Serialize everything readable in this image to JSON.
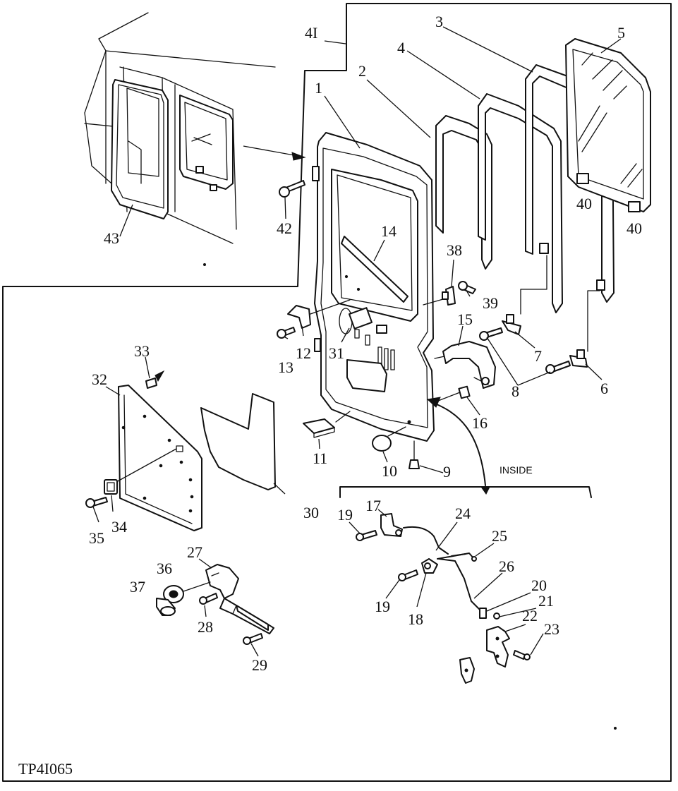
{
  "drawing_code": "TP4I065",
  "inside_label": "INSIDE",
  "callouts": {
    "c1": "1",
    "c2": "2",
    "c3": "3",
    "c4": "4",
    "c5": "5",
    "c6": "6",
    "c7": "7",
    "c8": "8",
    "c9": "9",
    "c10": "10",
    "c11": "11",
    "c12": "12",
    "c13": "13",
    "c14": "14",
    "c15": "15",
    "c16": "16",
    "c17": "17",
    "c18": "18",
    "c19a": "19",
    "c19b": "19",
    "c20": "20",
    "c21": "21",
    "c22": "22",
    "c23": "23",
    "c24": "24",
    "c25": "25",
    "c26": "26",
    "c27": "27",
    "c28": "28",
    "c29": "29",
    "c30": "30",
    "c31": "31",
    "c32": "32",
    "c33": "33",
    "c34": "34",
    "c35": "35",
    "c36": "36",
    "c37": "37",
    "c38": "38",
    "c39": "39",
    "c40a": "40",
    "c40b": "40",
    "c41": "4I",
    "c42": "42",
    "c43": "43"
  }
}
